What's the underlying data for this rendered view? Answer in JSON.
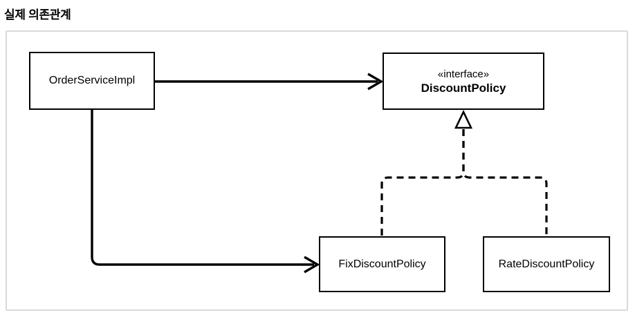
{
  "title": "실제 의존관계",
  "diagram": {
    "nodes": {
      "order_service": {
        "label": "OrderServiceImpl"
      },
      "discount_policy": {
        "stereotype": "«interface»",
        "label": "DiscountPolicy"
      },
      "fix_discount": {
        "label": "FixDiscountPolicy"
      },
      "rate_discount": {
        "label": "RateDiscountPolicy"
      }
    },
    "edges": [
      {
        "from": "OrderServiceImpl",
        "to": "DiscountPolicy",
        "type": "dependency",
        "style": "solid-open-arrow"
      },
      {
        "from": "OrderServiceImpl",
        "to": "FixDiscountPolicy",
        "type": "dependency",
        "style": "solid-open-arrow"
      },
      {
        "from": "FixDiscountPolicy",
        "to": "DiscountPolicy",
        "type": "realization",
        "style": "dashed-hollow-triangle"
      },
      {
        "from": "RateDiscountPolicy",
        "to": "DiscountPolicy",
        "type": "realization",
        "style": "dashed-hollow-triangle"
      }
    ],
    "colors": {
      "stroke": "#000000",
      "node_background": "#ffffff",
      "container_border": "#d9d9d9",
      "background": "#ffffff"
    }
  }
}
